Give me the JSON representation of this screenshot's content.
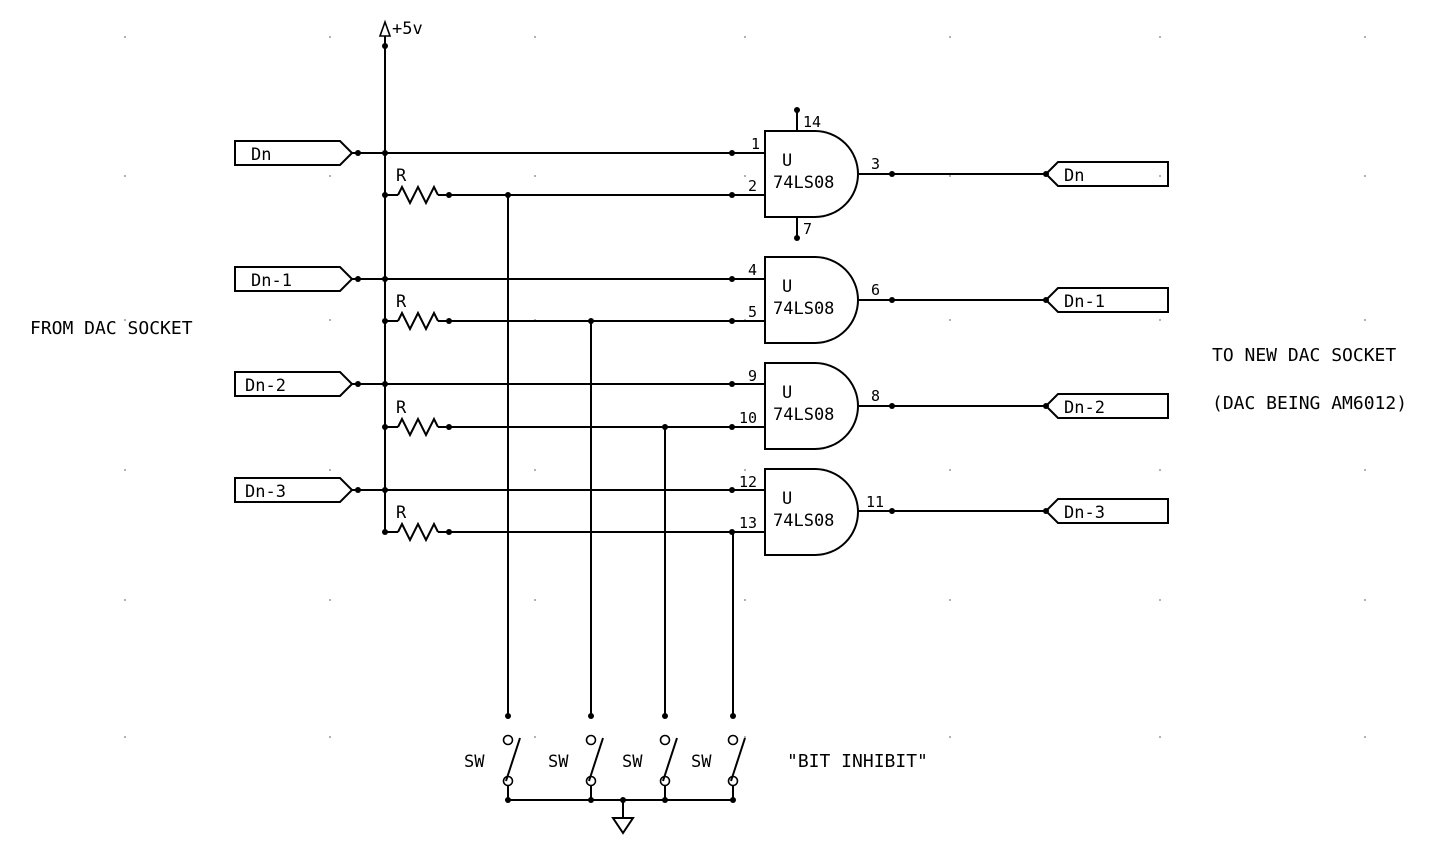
{
  "supply": {
    "label": "+5v"
  },
  "left_group_label": "FROM DAC SOCKET",
  "right_group_label": "TO NEW DAC SOCKET",
  "right_group_note": "(DAC BEING AM6012)",
  "switch_group_label": "\"BIT INHIBIT\"",
  "power_pins": {
    "vcc": "14",
    "gnd": "7"
  },
  "channels": [
    {
      "input": "Dn",
      "output": "Dn",
      "pin_a": "1",
      "pin_b": "2",
      "pin_out": "3",
      "gate_ref": "U",
      "gate_part": "74LS08",
      "resistor": "R",
      "switch": "SW"
    },
    {
      "input": "Dn-1",
      "output": "Dn-1",
      "pin_a": "4",
      "pin_b": "5",
      "pin_out": "6",
      "gate_ref": "U",
      "gate_part": "74LS08",
      "resistor": "R",
      "switch": "SW"
    },
    {
      "input": "Dn-2",
      "output": "Dn-2",
      "pin_a": "9",
      "pin_b": "10",
      "pin_out": "8",
      "gate_ref": "U",
      "gate_part": "74LS08",
      "resistor": "R",
      "switch": "SW"
    },
    {
      "input": "Dn-3",
      "output": "Dn-3",
      "pin_a": "12",
      "pin_b": "13",
      "pin_out": "11",
      "gate_ref": "U",
      "gate_part": "74LS08",
      "resistor": "R",
      "switch": "SW"
    }
  ]
}
